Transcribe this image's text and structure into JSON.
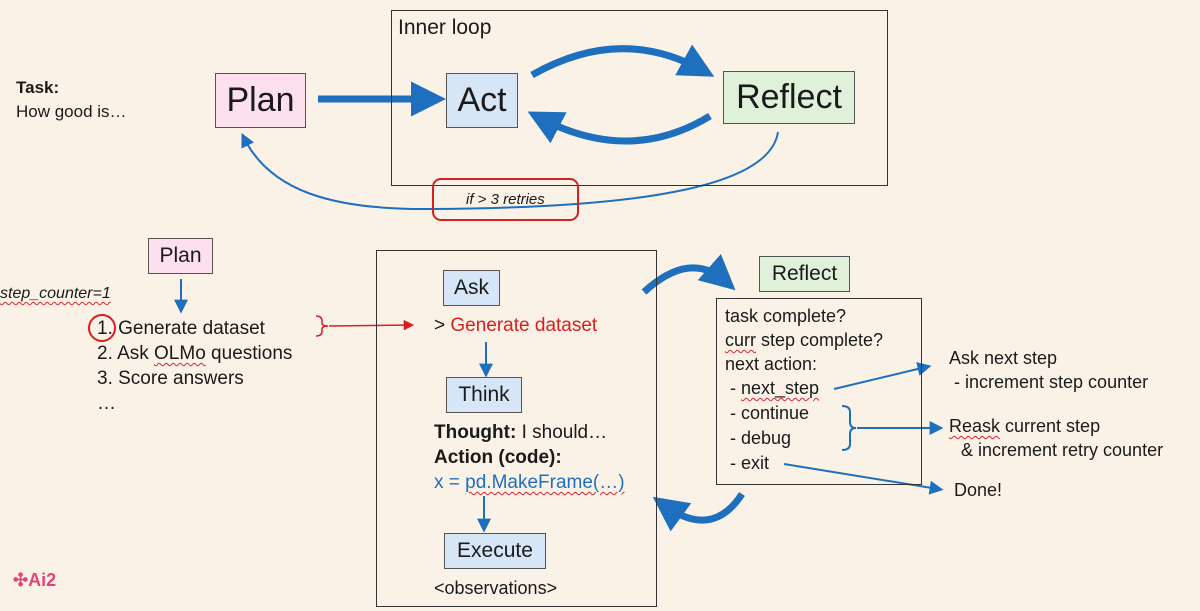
{
  "top": {
    "task_label": "Task:",
    "task_text": "How good is…",
    "inner_loop_label": "Inner loop",
    "plan": "Plan",
    "act": "Act",
    "reflect": "Reflect",
    "retries": "if > 3 retries"
  },
  "bottom": {
    "step_counter": "step_counter=1",
    "plan": "Plan",
    "steps": [
      "1. Generate dataset",
      "2. Ask OLMo questions",
      "3. Score answers",
      "…"
    ],
    "ask": "Ask",
    "ask_prompt": "> ",
    "ask_task": "Generate dataset",
    "think": "Think",
    "thought_label": "Thought:",
    "thought_text": " I should…",
    "action_label": "Action (code):",
    "code_prefix": "x = ",
    "code_text": "pd.MakeFrame(…)",
    "execute": "Execute",
    "observations": "<observations>",
    "reflect": "Reflect",
    "reflect_lines": [
      "task complete?",
      "curr step complete?",
      "next action:",
      " - next_step",
      " - continue",
      " - debug",
      " - exit"
    ],
    "outcome_next": "Ask next step",
    "outcome_next_sub": " - increment step counter",
    "outcome_reask": "Reask current step",
    "outcome_reask_sub": "& increment retry counter",
    "outcome_done": "Done!"
  },
  "logo": "Ai2",
  "colors": {
    "arrow": "#1f6fbf",
    "highlight": "#d62020",
    "logo": "#e0457b"
  }
}
